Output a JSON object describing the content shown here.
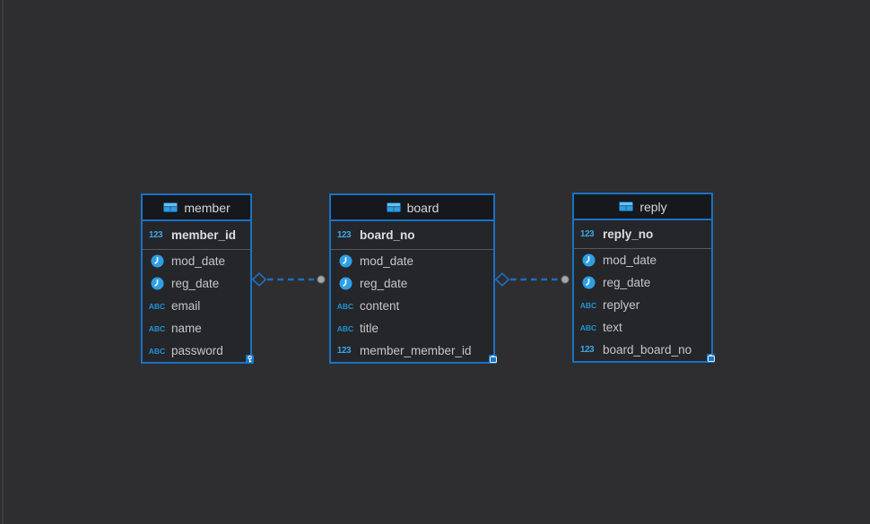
{
  "canvas": {
    "background_color": "#2e2e30",
    "accent_border_color": "#1a72c4",
    "icon_blue": "#2f9fe5",
    "relation_line_color": "#1d6fc0",
    "relation_dot_color": "#9ba1a9"
  },
  "icons": {
    "number_glyph": "123",
    "text_glyph": "ABC"
  },
  "entities": [
    {
      "title": "member",
      "key_column": {
        "label": "member_id",
        "icon": "number-key-icon"
      },
      "columns": [
        {
          "label": "mod_date",
          "icon": "datetime-icon"
        },
        {
          "label": "reg_date",
          "icon": "datetime-icon"
        },
        {
          "label": "email",
          "icon": "text-icon"
        },
        {
          "label": "name",
          "icon": "text-icon"
        },
        {
          "label": "password",
          "icon": "text-icon"
        }
      ]
    },
    {
      "title": "board",
      "key_column": {
        "label": "board_no",
        "icon": "number-key-icon"
      },
      "columns": [
        {
          "label": "mod_date",
          "icon": "datetime-icon"
        },
        {
          "label": "reg_date",
          "icon": "datetime-icon"
        },
        {
          "label": "content",
          "icon": "text-icon"
        },
        {
          "label": "title",
          "icon": "text-icon"
        },
        {
          "label": "member_member_id",
          "icon": "number-fk-icon"
        }
      ]
    },
    {
      "title": "reply",
      "key_column": {
        "label": "reply_no",
        "icon": "number-key-icon"
      },
      "columns": [
        {
          "label": "mod_date",
          "icon": "datetime-icon"
        },
        {
          "label": "reg_date",
          "icon": "datetime-icon"
        },
        {
          "label": "replyer",
          "icon": "text-icon"
        },
        {
          "label": "text",
          "icon": "text-icon"
        },
        {
          "label": "board_board_no",
          "icon": "number-fk-icon"
        }
      ]
    }
  ],
  "relations": [
    {
      "source": "member",
      "target": "board",
      "line": "dashed",
      "source_marker": "diamond",
      "target_marker": "dot"
    },
    {
      "source": "board",
      "target": "reply",
      "line": "dashed",
      "source_marker": "diamond",
      "target_marker": "dot"
    }
  ]
}
